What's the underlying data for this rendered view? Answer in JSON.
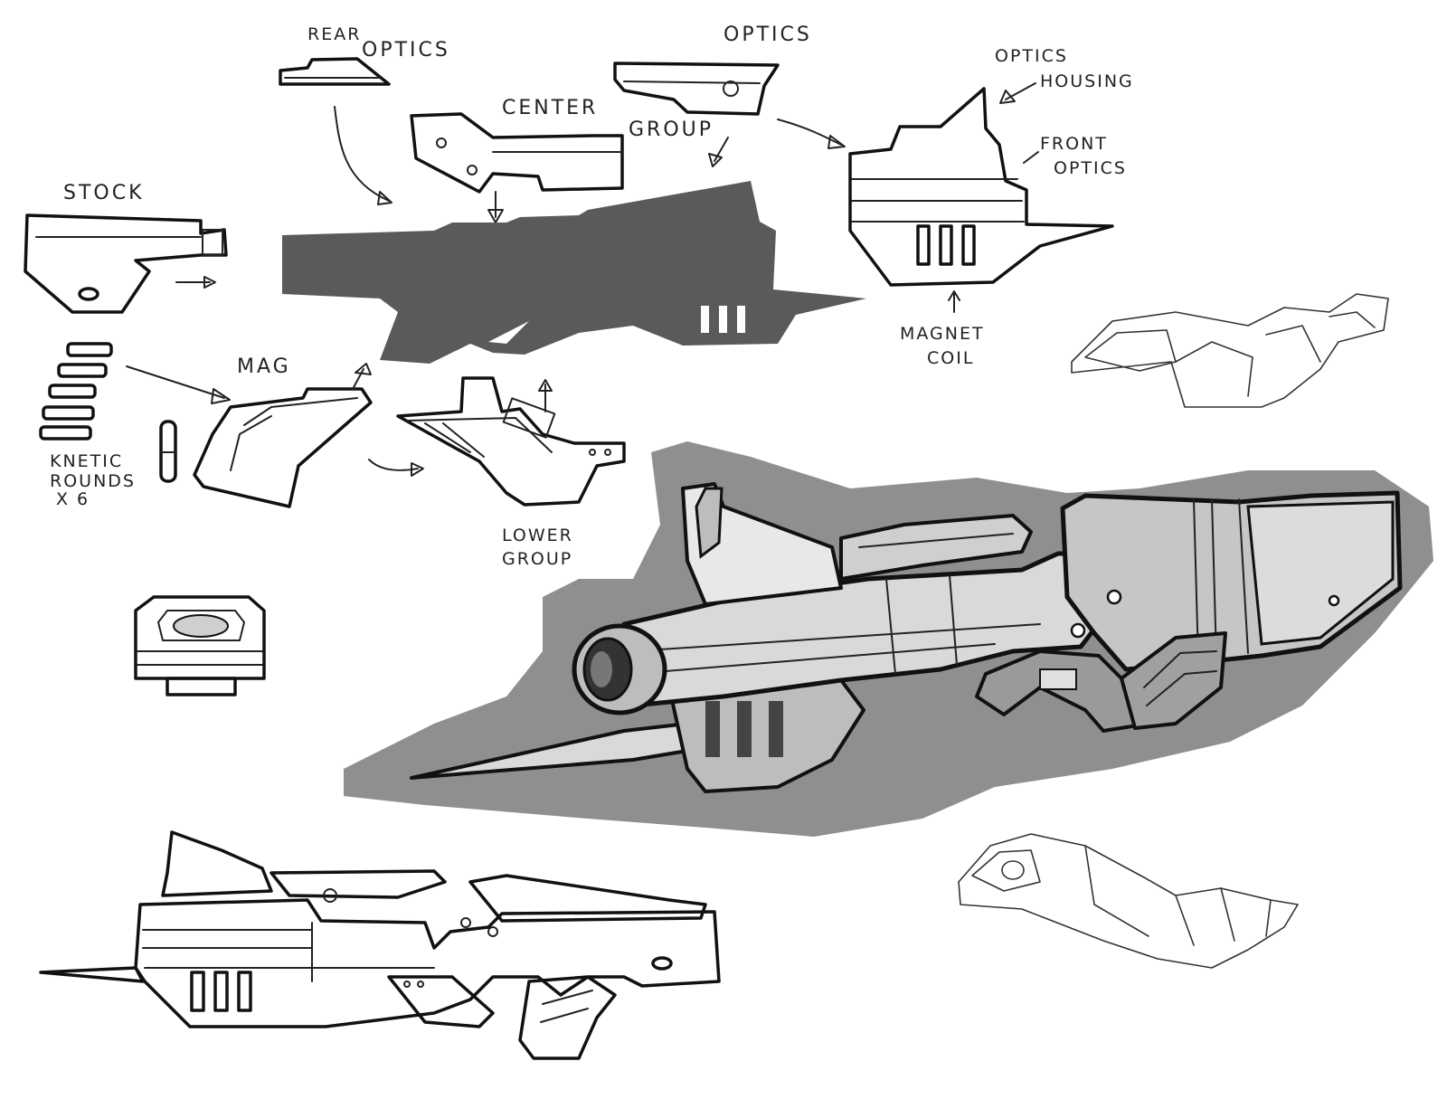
{
  "labels": {
    "rear_optics_line1": "REAR",
    "rear_optics_line2": "OPTICS",
    "optics": "OPTICS",
    "center_group_line1": "CENTER",
    "center_group_line2": "GROUP",
    "optics_housing_line1": "OPTICS",
    "optics_housing_line2": "HOUSING",
    "front_optics_line1": "FRONT",
    "front_optics_line2": "OPTICS",
    "stock": "STOCK",
    "magnet_coil_line1": "MAGNET",
    "magnet_coil_line2": "COIL",
    "mag": "MAG",
    "kinetic_rounds_line1": "KNETIC",
    "kinetic_rounds_line2": "ROUNDS",
    "kinetic_rounds_line3": "X 6",
    "lower_group_line1": "LOWER",
    "lower_group_line2": "GROUP"
  },
  "colors": {
    "ink": "#111111",
    "silhouette": "#5a5a5a",
    "backdrop_grey": "#8f8f8f",
    "render_light": "#d9d9d9",
    "render_mid": "#a8a8a8",
    "paper": "#ffffff"
  }
}
